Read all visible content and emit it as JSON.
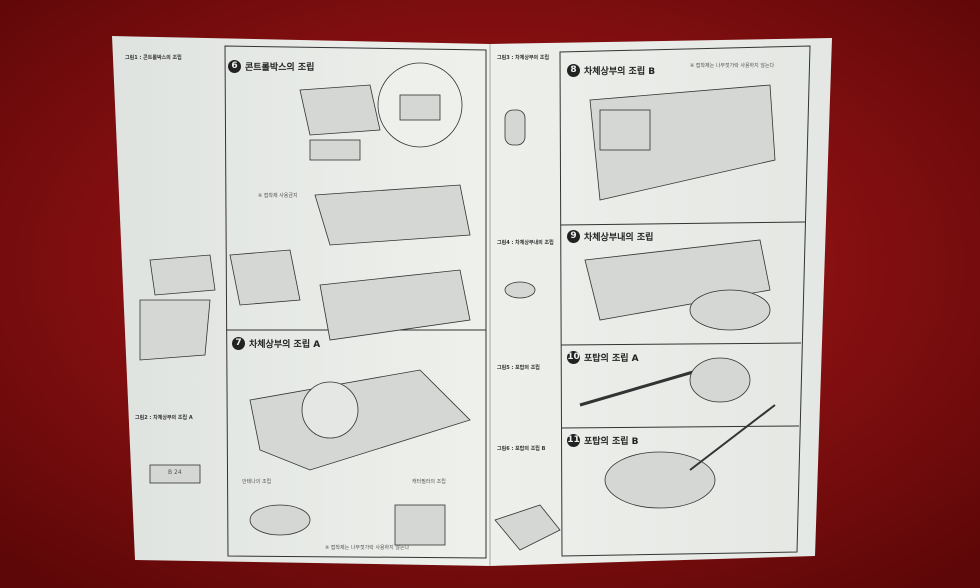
{
  "left_page": {
    "sidebar": {
      "heading_1": "그림1 : 콘트롤박스의 조립",
      "heading_2": "그림2 : 차체상부의 조립 A",
      "part_tag": "B 24"
    },
    "steps": [
      {
        "number": "6",
        "title": "콘트롤박스의 조립",
        "note": "※ 접착제 사용금지"
      },
      {
        "number": "7",
        "title": "차체상부의 조립 A",
        "note": "※ 접착제는 나무젓가락 사용하지 않는다"
      }
    ],
    "sub_labels": [
      "안테나의 조립",
      "캐터필라의 조립"
    ]
  },
  "right_page": {
    "sidebar": {
      "heading_1": "그림3 : 차체상부의 조립",
      "heading_2": "그림4 : 차체상부내의 조립",
      "heading_3": "그림5 : 포탑의 조립",
      "heading_4": "그림6 : 포탑의 조립 B"
    },
    "top_note": "※ 접착제는 나무젓가락 사용하지 않는다",
    "steps": [
      {
        "number": "8",
        "title": "차체상부의 조립 B"
      },
      {
        "number": "9",
        "title": "차체상부내의 조립"
      },
      {
        "number": "10",
        "title": "포탑의 조립 A"
      },
      {
        "number": "11",
        "title": "포탑의 조립 B"
      }
    ]
  },
  "colors": {
    "background": "#8a0f10",
    "paper": "#e9ece8",
    "ink": "#222222"
  }
}
